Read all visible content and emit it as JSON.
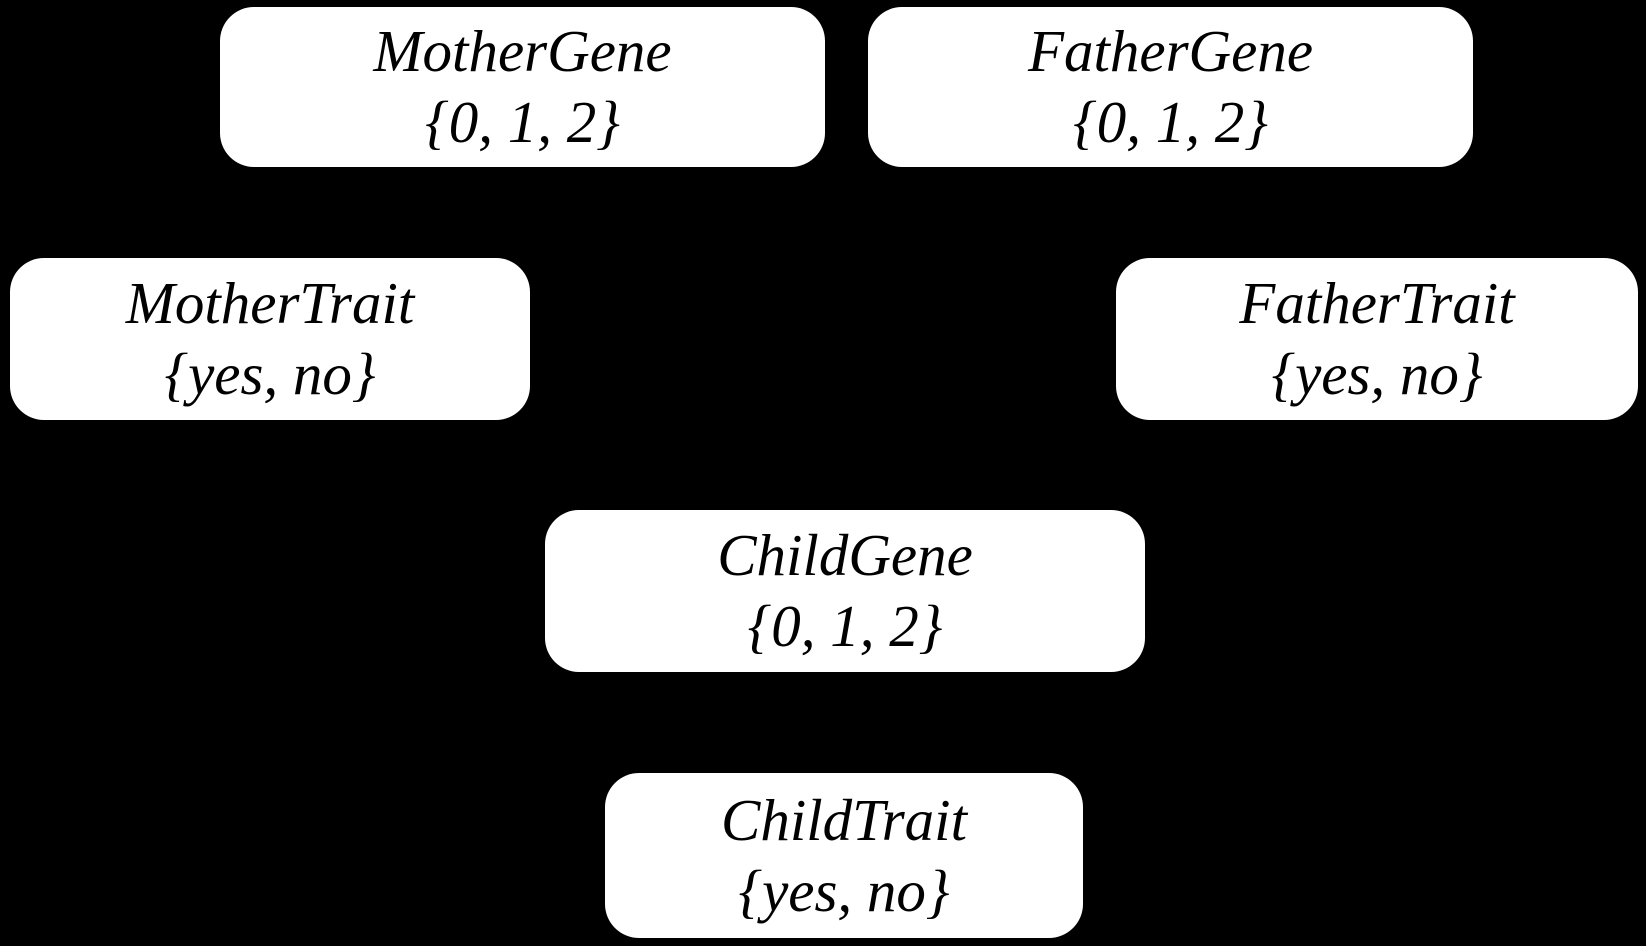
{
  "figure": {
    "type": "bayesian-network-diagram",
    "background_color": "#000000",
    "node_fill_color": "#ffffff",
    "node_text_color": "#000000",
    "edges_visible": false
  },
  "nodes": [
    {
      "name": "MotherGene",
      "domain": "{0, 1, 2}"
    },
    {
      "name": "FatherGene",
      "domain": "{0, 1, 2}"
    },
    {
      "name": "MotherTrait",
      "domain": "{yes, no}"
    },
    {
      "name": "FatherTrait",
      "domain": "{yes, no}"
    },
    {
      "name": "ChildGene",
      "domain": "{0, 1, 2}"
    },
    {
      "name": "ChildTrait",
      "domain": "{yes, no}"
    }
  ]
}
